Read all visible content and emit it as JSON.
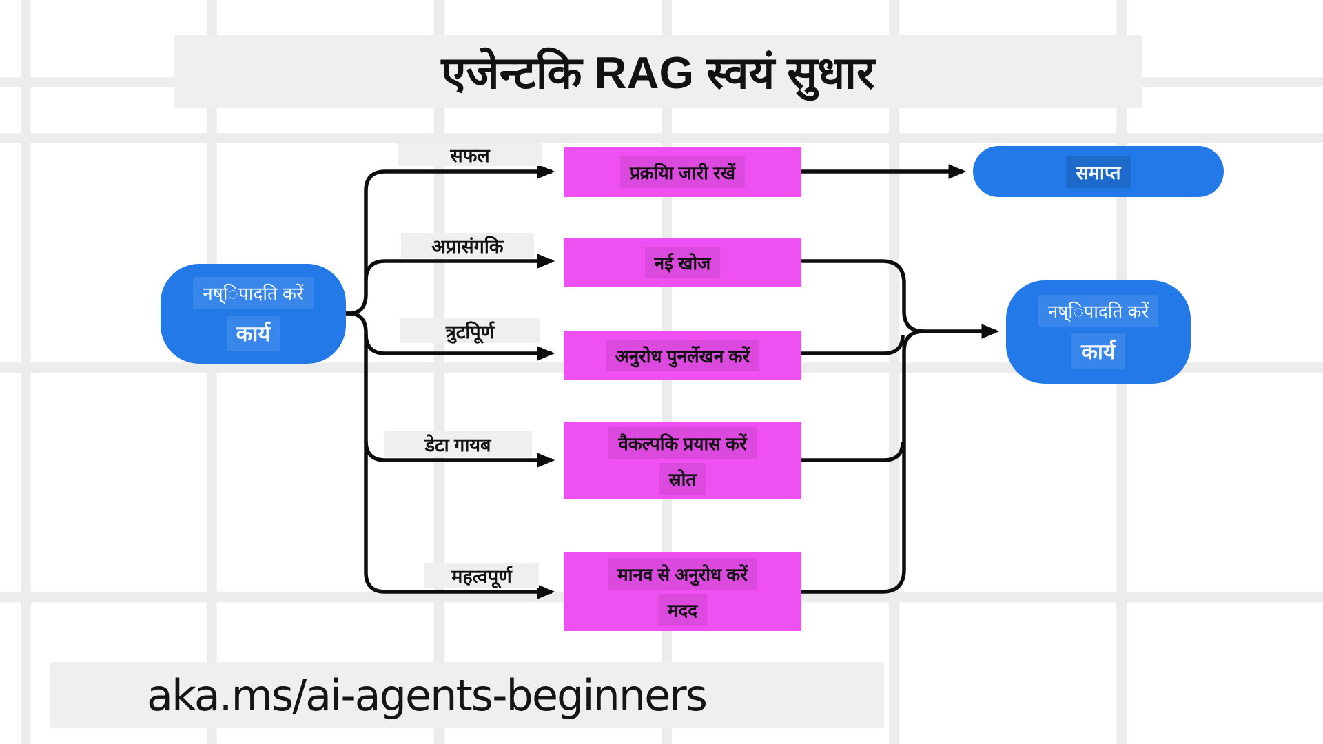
{
  "title": "एजेन्टकि RAG स्वयं सुधार",
  "footer": "aka.ms/ai-agents-beginners",
  "colors": {
    "blue": "#2379e8",
    "magenta": "#ef50f2",
    "line": "#0d0d0d",
    "band": "#efefef"
  },
  "start_node": {
    "line1": "नष्िपादति करें",
    "line2": "कार्य"
  },
  "end_node": {
    "label": "समाप्त"
  },
  "task_node": {
    "line1": "नष्िपादति करें",
    "line2": "कार्य"
  },
  "branches": [
    {
      "condition": "सफल",
      "action_lines": [
        "प्रक्रयिा जारी रखें"
      ]
    },
    {
      "condition": "अप्रासंगकि",
      "action_lines": [
        "नई खोज"
      ]
    },
    {
      "condition": "त्रुटपिूर्ण",
      "action_lines": [
        "अनुरोध पुनर्लेखन करें"
      ]
    },
    {
      "condition": "डेटा गायब",
      "action_lines": [
        "वैकल्पकि प्रयास करें",
        "स्रोत"
      ]
    },
    {
      "condition": "महत्वपूर्ण",
      "action_lines": [
        "मानव से अनुरोध करें",
        "मदद"
      ]
    }
  ]
}
